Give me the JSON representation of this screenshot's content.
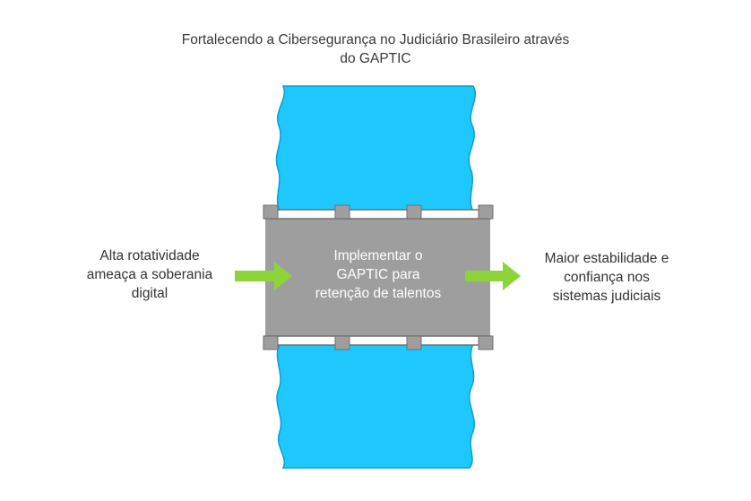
{
  "title": {
    "line1": "Fortalecendo a Cibersegurança no Judiciário Brasileiro através",
    "line2": "do GAPTIC"
  },
  "left_label": {
    "line1": "Alta rotatividade",
    "line2": "ameaça a soberania",
    "line3": "digital"
  },
  "center_label": {
    "line1": "Implementar o",
    "line2": "GAPTIC para",
    "line3": "retenção de talentos"
  },
  "right_label": {
    "line1": "Maior estabilidade e",
    "line2": "confiança nos",
    "line3": "sistemas judiciais"
  },
  "colors": {
    "river": "#1ec8fd",
    "river_edge": "#0a9fd0",
    "bridge": "#9e9e9e",
    "bridge_edge": "#6f6f6f",
    "arrow": "#8dd43a"
  }
}
